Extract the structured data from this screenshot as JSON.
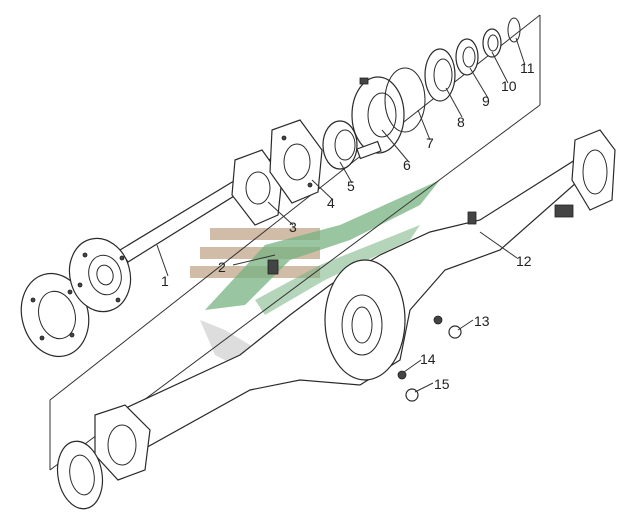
{
  "diagram": {
    "callouts": [
      "1",
      "2",
      "3",
      "4",
      "5",
      "6",
      "7",
      "8",
      "9",
      "10",
      "11",
      "12",
      "13",
      "14",
      "15"
    ],
    "watermark": {
      "colors": {
        "tan": "#c9b199",
        "green": "#5fa46c",
        "gray": "#d8d8d8"
      }
    }
  }
}
